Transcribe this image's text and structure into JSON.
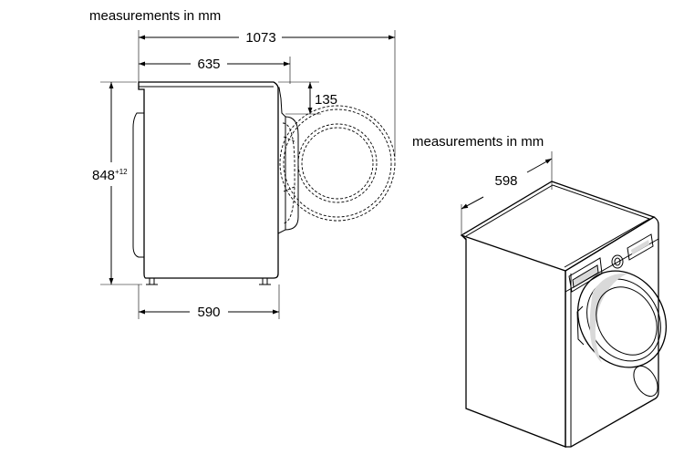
{
  "side_view": {
    "title": "measurements in mm",
    "dim_total_depth": "1073",
    "dim_depth": "635",
    "dim_door_protrusion": "135",
    "dim_height": "848",
    "dim_height_tolerance": "+12",
    "dim_base_depth": "590"
  },
  "iso_view": {
    "title": "measurements in mm",
    "dim_width": "598"
  }
}
